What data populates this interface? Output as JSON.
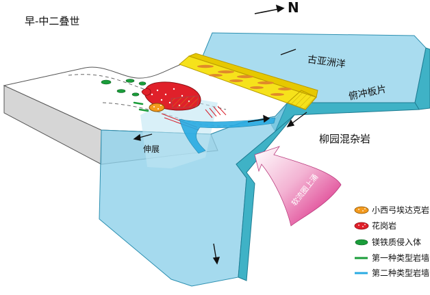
{
  "title": "早-中二叠世",
  "compass": {
    "label": "N"
  },
  "labels": {
    "ocean": "古亚洲洋",
    "subducting_slab": "俯冲板片",
    "melange": "柳园混杂岩",
    "extension": "伸展",
    "asthenosphere_upwelling": "软流圈上涌"
  },
  "legend": [
    {
      "label": "小西弓埃达克岩",
      "color": "#f39a1e"
    },
    {
      "label": "花岗岩",
      "color": "#e0202a"
    },
    {
      "label": "镁铁质侵入体",
      "color": "#1a9d3a"
    },
    {
      "label": "第一种类型岩墙",
      "color": "#1a9d3a"
    },
    {
      "label": "第二种类型岩墙",
      "color": "#29abe2"
    }
  ],
  "colors": {
    "ocean_plate": "#a9dcef",
    "slab_edge": "#3fb2c6",
    "continent_side": "#d9d9d9",
    "accretionary_wedge": "#f6e21b",
    "upwelling_pink": "#e0308c"
  }
}
